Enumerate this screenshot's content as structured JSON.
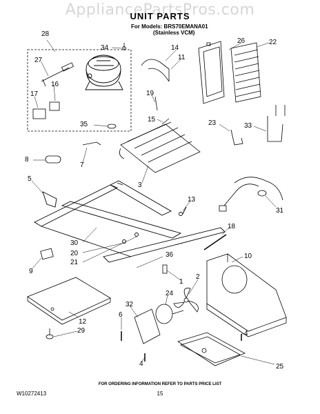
{
  "watermark": "AppliancePartsPros.com",
  "title": "UNIT PARTS",
  "models_line1": "For Models: BRS70EMANA01",
  "models_line2": "(Stainless VCM)",
  "callouts": [
    "28",
    "34",
    "14",
    "11",
    "26",
    "22",
    "27",
    "16",
    "17",
    "19",
    "35",
    "15",
    "23",
    "33",
    "8",
    "7",
    "3",
    "5",
    "13",
    "31",
    "18",
    "30",
    "20",
    "10",
    "21",
    "36",
    "9",
    "1",
    "2",
    "24",
    "32",
    "6",
    "12",
    "29",
    "4",
    "4",
    "25"
  ],
  "footer_text": "FOR ORDERING INFORMATION REFER TO PARTS PRICE LIST",
  "doc_number": "W10272413",
  "page_number": "15"
}
